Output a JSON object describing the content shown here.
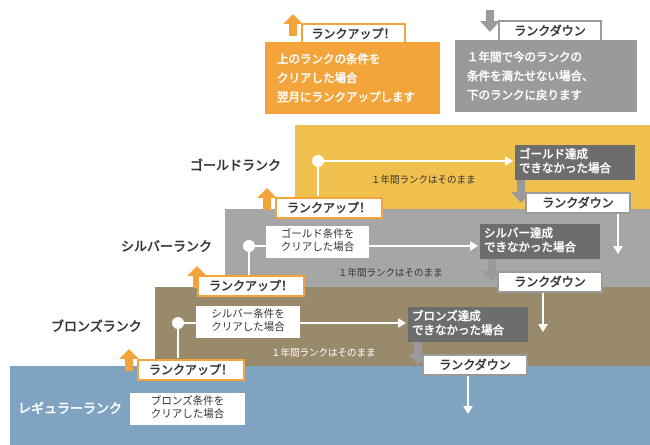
{
  "legend": {
    "up_badge": "ランクアップ！",
    "up_lines": [
      "上のランクの条件を",
      "クリアした場合",
      "翌月にランクアップします"
    ],
    "down_badge": "ランクダウン",
    "down_lines": [
      "１年間で今のランクの",
      "条件を満たせない場合、",
      "下のランクに戻ります"
    ]
  },
  "ranks": {
    "gold": "ゴールドランク",
    "silver": "シルバーランク",
    "bronze": "ブロンズランク",
    "regular": "レギュラーランク"
  },
  "up_badge": "ランクアップ！",
  "down_badge": "ランクダウン",
  "conditions": {
    "gold": [
      "ゴールド条件を",
      "クリアした場合"
    ],
    "silver": [
      "シルバー条件を",
      "クリアした場合"
    ],
    "bronze": [
      "ブロンズ条件を",
      "クリアした場合"
    ]
  },
  "failures": {
    "gold": [
      "ゴールド達成",
      "できなかった場合"
    ],
    "silver": [
      "シルバー達成",
      "できなかった場合"
    ],
    "bronze": [
      "ブロンズ達成",
      "できなかった場合"
    ]
  },
  "year_note": "１年間ランクはそのまま",
  "colors": {
    "gold": "#efc04e",
    "silver": "#a6a6a6",
    "bronze": "#9a8a6c",
    "regular": "#7fa3c1",
    "up_orange": "#f3a43a",
    "down_gray": "#9a9a9a",
    "fail_box": "#6d6d6d"
  }
}
